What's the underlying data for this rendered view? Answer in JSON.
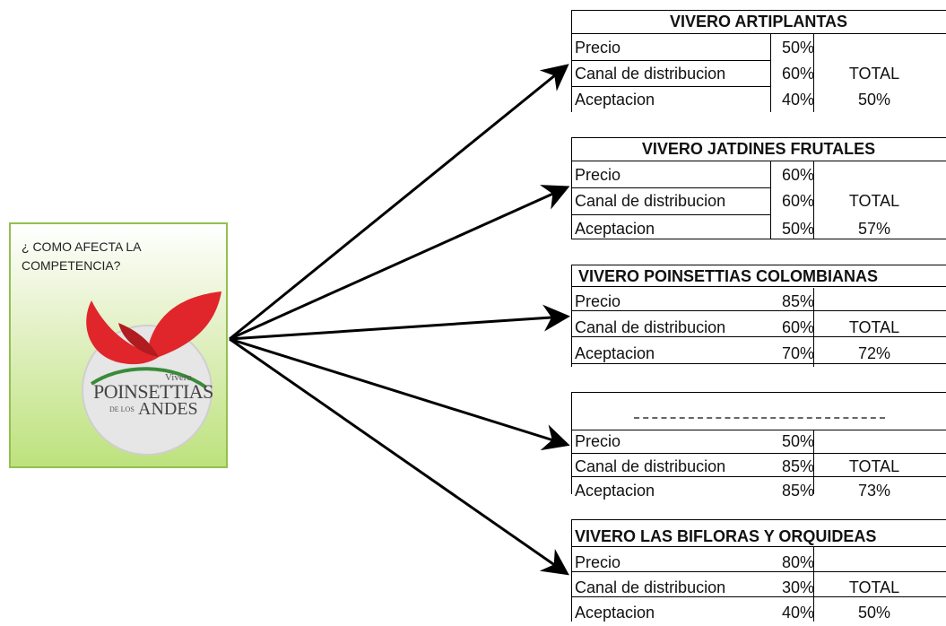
{
  "question": "¿ COMO AFECTA LA COMPETENCIA?",
  "logo": {
    "text_small": "Vivero",
    "text_main": "POINSETTIAS",
    "text_de": "DE LOS",
    "text_andes": "ANDES",
    "colors": {
      "leaf": "#e0262b",
      "leaf_dark": "#b01c20",
      "arc": "#3a8a3a",
      "disc": "#e6e6e6"
    }
  },
  "tables": [
    {
      "title": "VIVERO ARTIPLANTAS",
      "rows": [
        {
          "label": "Precio",
          "pct": "50%",
          "total": ""
        },
        {
          "label": "Canal de distribucion",
          "pct": "60%",
          "total": "TOTAL"
        },
        {
          "label": "Aceptacion",
          "pct": "40%",
          "total": "50%"
        }
      ]
    },
    {
      "title": "VIVERO JATDINES FRUTALES",
      "rows": [
        {
          "label": "Precio",
          "pct": "60%",
          "total": ""
        },
        {
          "label": "Canal de distribucion",
          "pct": "60%",
          "total": "TOTAL"
        },
        {
          "label": "Aceptacion",
          "pct": "50%",
          "total": "57%"
        }
      ]
    },
    {
      "title": "VIVERO POINSETTIAS COLOMBIANAS",
      "rows": [
        {
          "label": "Precio",
          "pct": "85%",
          "total": ""
        },
        {
          "label": "Canal de distribucion",
          "pct": "60%",
          "total": "TOTAL"
        },
        {
          "label": "Aceptacion",
          "pct": "70%",
          "total": "72%"
        }
      ]
    },
    {
      "title": "",
      "rows": [
        {
          "label": "Precio",
          "pct": "50%",
          "total": ""
        },
        {
          "label": "Canal de distribucion",
          "pct": "85%",
          "total": "TOTAL"
        },
        {
          "label": "Aceptacion",
          "pct": "85%",
          "total": "73%"
        }
      ]
    },
    {
      "title": "VIVERO LAS BIFLORAS Y ORQUIDEAS",
      "rows": [
        {
          "label": "Precio",
          "pct": "80%",
          "total": ""
        },
        {
          "label": "Canal de distribucion",
          "pct": "30%",
          "total": "TOTAL"
        },
        {
          "label": "Aceptacion",
          "pct": "40%",
          "total": "50%"
        }
      ]
    }
  ]
}
